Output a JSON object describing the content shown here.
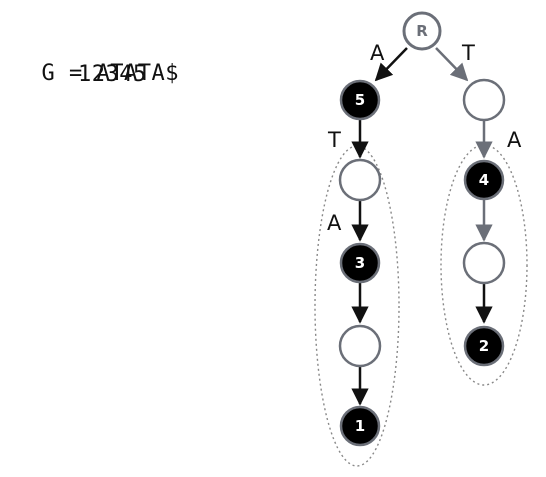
{
  "sequence": {
    "lhs": "G",
    "equals": "=",
    "text": "ATATA$",
    "positions": "12345"
  },
  "tree": {
    "root_label": "R",
    "edge_labels": {
      "root_left": "A",
      "root_right": "T",
      "five_down": "T",
      "right_down": "A",
      "left_mid": "A"
    },
    "leaf_labels": {
      "n5": "5",
      "n4": "4",
      "n3": "3",
      "n2": "2",
      "n1": "1"
    },
    "colors": {
      "leaf_fill": "#000000",
      "internal_stroke": "#6b6f78",
      "edge_dark": "#111111",
      "edge_gray": "#6b6f78",
      "dotted_outline": "#888888"
    }
  }
}
